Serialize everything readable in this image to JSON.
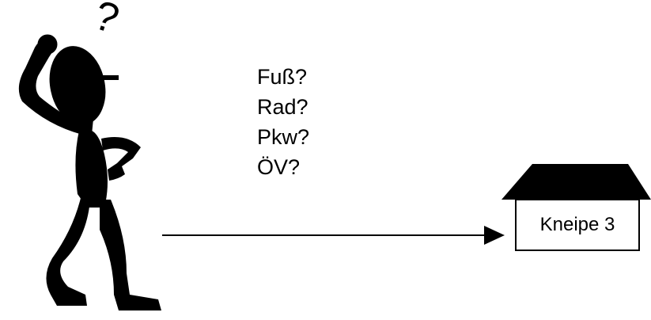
{
  "options": [
    {
      "label": "Fuß?"
    },
    {
      "label": "Rad?"
    },
    {
      "label": "Pkw?"
    },
    {
      "label": "ÖV?"
    }
  ],
  "question_mark": "?",
  "destination": {
    "label": "Kneipe 3"
  },
  "colors": {
    "ink": "#000000",
    "background": "#ffffff"
  },
  "icons": [
    "thinking-person-icon",
    "house-icon",
    "arrow-icon"
  ]
}
